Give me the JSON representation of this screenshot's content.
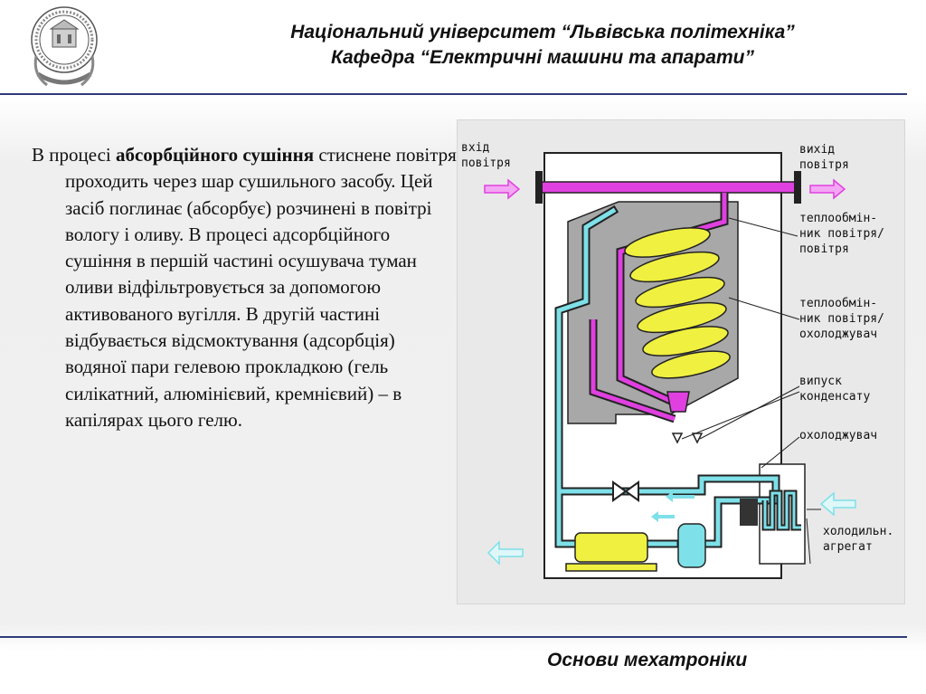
{
  "header": {
    "line1": "Національний університет “Львівська політехніка”",
    "line2": "Кафедра “Електричні машини та апарати”"
  },
  "body": {
    "prefix": "В процесі ",
    "bold": "абсорбційного сушіння",
    "rest": " стиснене повітря проходить через шар сушильного засобу. Цей засіб поглинає (абсорбує) розчинені в повітрі вологу  і оливу.  В процесі адсорбційного сушіння в першій частині осушувача  туман оливи відфільтровується за допомогою активованого вугілля. В другій частині відбувається відсмоктування (адсорбція) водяної пари  гелевою прокладкою (гель силікатний, алюмінієвий, кремнієвий) – в капілярах цього гелю."
  },
  "diagram": {
    "air_in": [
      "вхід",
      "повітря"
    ],
    "air_out": [
      "вихід",
      "повітря"
    ],
    "hx_air_air": [
      "теплообмін-",
      "ник повітря/",
      "повітря"
    ],
    "hx_air_coolant": [
      "теплообмін-",
      "ник повітря/",
      "охолоджувач"
    ],
    "condensate": [
      "випуск",
      "конденсату"
    ],
    "coolant": [
      "охолоджувач"
    ],
    "refrigeration": [
      "холодильн.",
      "агрегат"
    ],
    "colors": {
      "air": "#e040e0",
      "coolant": "#7ee0e8",
      "coil": "#f0f040",
      "pipe_outline": "#222222"
    }
  },
  "footer": {
    "text": "Основи мехатроніки"
  }
}
